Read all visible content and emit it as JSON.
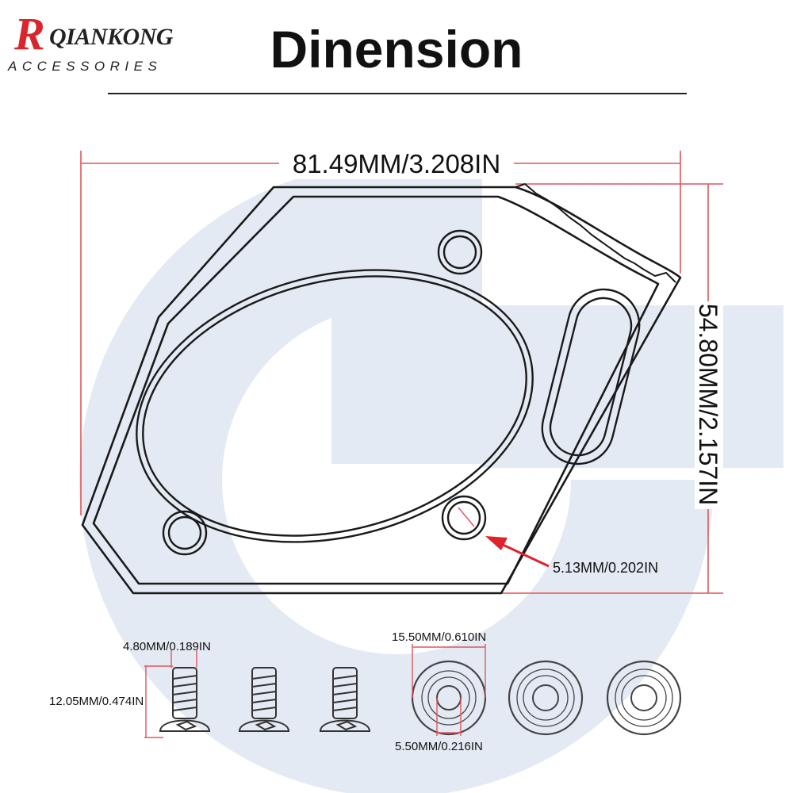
{
  "brand": {
    "initial": "R",
    "name": "QIANKONG",
    "tagline": "ACCESSORIES"
  },
  "title": "Dinension",
  "dimensions": {
    "width": "81.49MM/3.208IN",
    "height": "54.80MM/2.157IN",
    "hole": "5.13MM/0.202IN",
    "screw_diameter": "4.80MM/0.189IN",
    "screw_length": "12.05MM/0.474IN",
    "washer_outer": "15.50MM/0.610IN",
    "washer_inner": "5.50MM/0.216IN"
  },
  "colors": {
    "dimension_line": "#e0555a",
    "arrow": "#e0222a",
    "outline": "#1a1a1a",
    "watermark": "#e4eaf3"
  }
}
